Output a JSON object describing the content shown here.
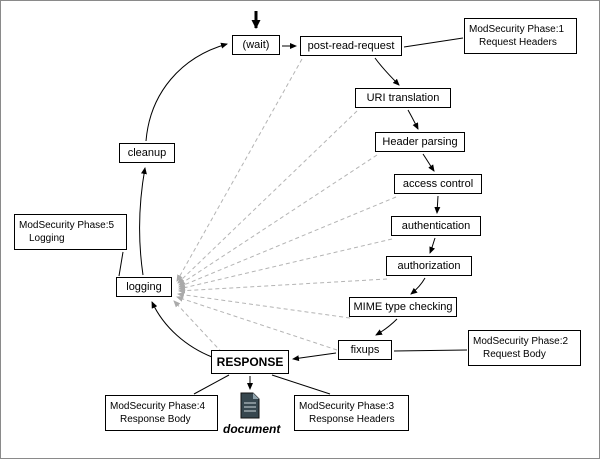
{
  "diagram": {
    "nodes": {
      "wait": "(wait)",
      "post_read_request": "post-read-request",
      "uri_translation": "URI translation",
      "header_parsing": "Header parsing",
      "access_control": "access control",
      "authentication": "authentication",
      "authorization": "authorization",
      "mime_type_checking": "MIME type checking",
      "fixups": "fixups",
      "response": "RESPONSE",
      "logging": "logging",
      "cleanup": "cleanup"
    },
    "callouts": {
      "phase1": {
        "line1": "ModSecurity Phase:1",
        "line2": "Request Headers"
      },
      "phase2": {
        "line1": "ModSecurity Phase:2",
        "line2": "Request Body"
      },
      "phase3": {
        "line1": "ModSecurity Phase:3",
        "line2": "Response Headers"
      },
      "phase4": {
        "line1": "ModSecurity Phase:4",
        "line2": "Response Body"
      },
      "phase5": {
        "line1": "ModSecurity Phase:5",
        "line2": "Logging"
      }
    },
    "document_label": "document",
    "colors": {
      "node_border": "#000000",
      "flow_arrow": "#000000",
      "dashed_arrow": "#b4b4b4",
      "background": "#ffffff"
    }
  }
}
